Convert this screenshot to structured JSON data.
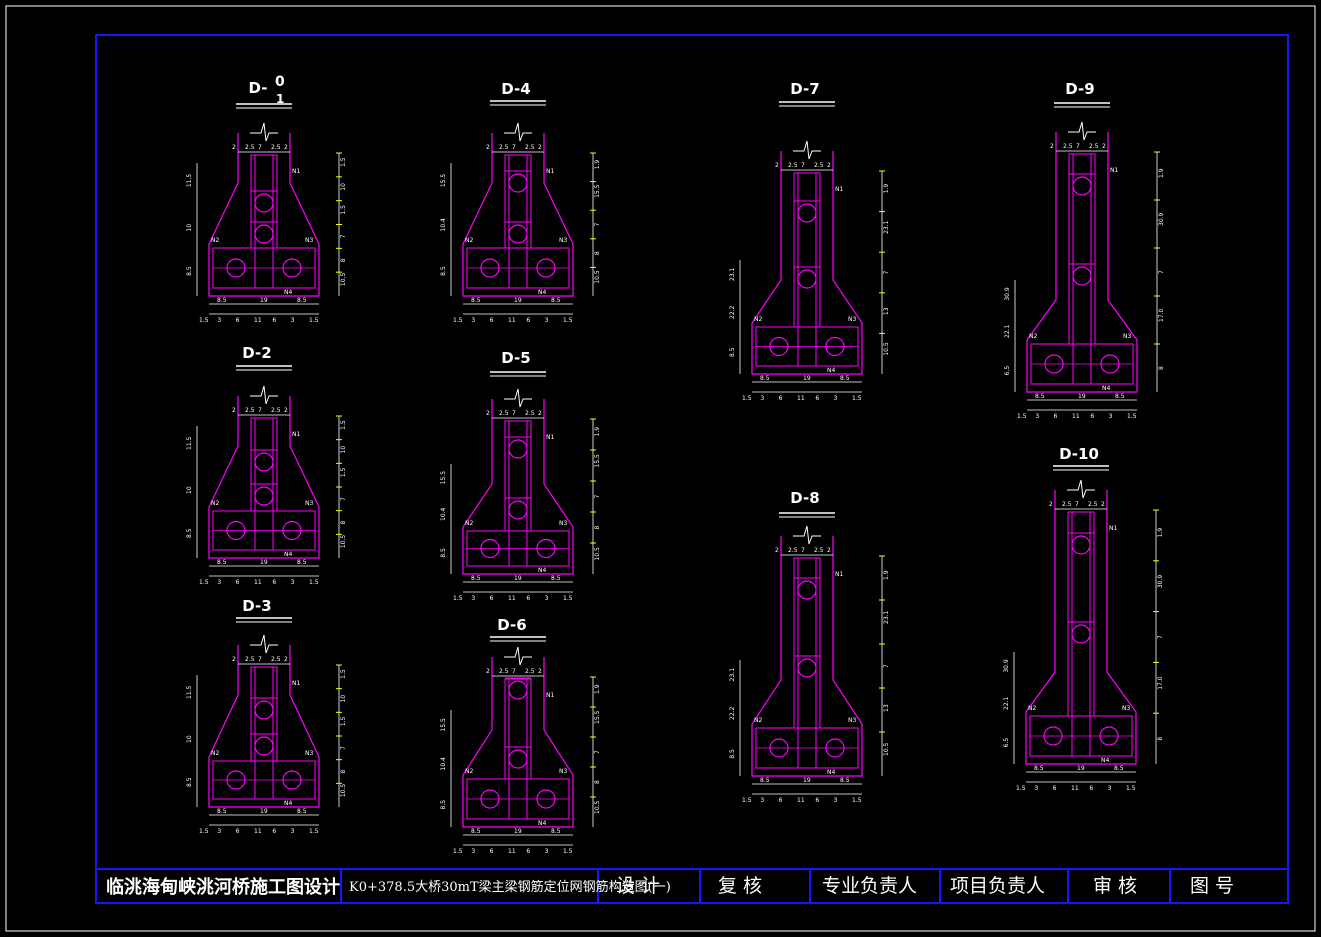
{
  "sections": [
    {
      "id": "d01",
      "label": "D-",
      "sub_top": "0",
      "sub_bottom": "1"
    },
    {
      "id": "d2",
      "label": "D-2"
    },
    {
      "id": "d3",
      "label": "D-3"
    },
    {
      "id": "d4",
      "label": "D-4"
    },
    {
      "id": "d5",
      "label": "D-5"
    },
    {
      "id": "d6",
      "label": "D-6"
    },
    {
      "id": "d7",
      "label": "D-7"
    },
    {
      "id": "d8",
      "label": "D-8"
    },
    {
      "id": "d9",
      "label": "D-9"
    },
    {
      "id": "d10",
      "label": "D-10"
    }
  ],
  "dims": {
    "top_row": [
      "2",
      "2.5",
      "7",
      "2.5",
      "2"
    ],
    "bottom_row": [
      "1.5",
      "3",
      "6",
      "11",
      "6",
      "3",
      "1.5"
    ],
    "bottom_mid": [
      "8.5",
      "19",
      "8.5"
    ],
    "side_d01": [
      "1.5",
      "10",
      "1.5",
      "7",
      "8",
      "10.5"
    ],
    "left_d01": [
      "11.5",
      "10",
      "8.5"
    ],
    "side_d4": [
      "1.9",
      "15.5",
      "7",
      "8",
      "10.5"
    ],
    "left_d4": [
      "15.5",
      "10.4",
      "8.5"
    ],
    "side_d7": [
      "1.9",
      "23.1",
      "7",
      "13",
      "10.5"
    ],
    "left_d7": [
      "23.1",
      "22.2",
      "8.5"
    ],
    "side_d9": [
      "1.9",
      "30.9",
      "7",
      "17.0",
      "8"
    ],
    "left_d9": [
      "30.9",
      "22.1",
      "6.5"
    ],
    "rebar_labels": [
      "N1",
      "N2",
      "N3",
      "N4"
    ]
  },
  "title_block": {
    "project": "临洮海甸峡洮河桥施工图设计",
    "drawing": "K0+378.5大桥30mT梁主梁钢筋定位网钢筋构造图(一)",
    "roles": [
      "设 计",
      "复 核",
      "专业负责人",
      "项目负责人",
      "审 核",
      "图 号"
    ]
  },
  "colors": {
    "background": "#000000",
    "frame": "#1515ff",
    "outline": "#ff00ff",
    "dimension": "#ffffff",
    "accent": "#ffff00"
  }
}
